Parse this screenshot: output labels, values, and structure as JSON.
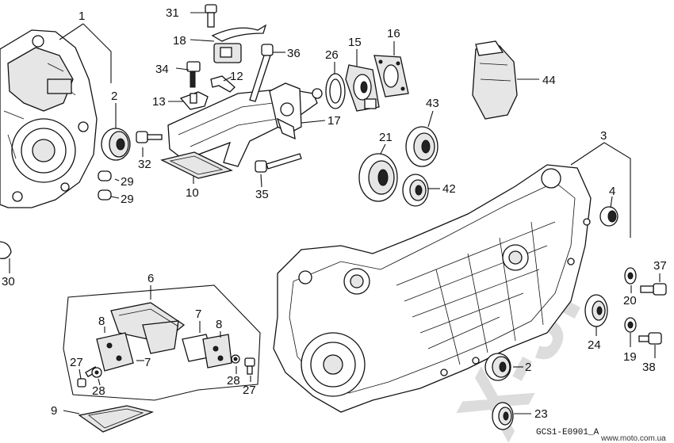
{
  "diagram": {
    "drawing_code": "GCS1-E0901_A",
    "site": "www.moto.com.ua",
    "watermark": "X-JP",
    "callouts": [
      {
        "id": "c1",
        "text": "1"
      },
      {
        "id": "c2a",
        "text": "2"
      },
      {
        "id": "c2b",
        "text": "2"
      },
      {
        "id": "c3",
        "text": "3"
      },
      {
        "id": "c4",
        "text": "4"
      },
      {
        "id": "c6",
        "text": "6"
      },
      {
        "id": "c7a",
        "text": "7"
      },
      {
        "id": "c7b",
        "text": "7"
      },
      {
        "id": "c8a",
        "text": "8"
      },
      {
        "id": "c8b",
        "text": "8"
      },
      {
        "id": "c9",
        "text": "9"
      },
      {
        "id": "c10",
        "text": "10"
      },
      {
        "id": "c12",
        "text": "12"
      },
      {
        "id": "c13",
        "text": "13"
      },
      {
        "id": "c15",
        "text": "15"
      },
      {
        "id": "c16",
        "text": "16"
      },
      {
        "id": "c17",
        "text": "17"
      },
      {
        "id": "c18",
        "text": "18"
      },
      {
        "id": "c19",
        "text": "19"
      },
      {
        "id": "c20",
        "text": "20"
      },
      {
        "id": "c21",
        "text": "21"
      },
      {
        "id": "c23",
        "text": "23"
      },
      {
        "id": "c24",
        "text": "24"
      },
      {
        "id": "c26",
        "text": "26"
      },
      {
        "id": "c27a",
        "text": "27"
      },
      {
        "id": "c27b",
        "text": "27"
      },
      {
        "id": "c28a",
        "text": "28"
      },
      {
        "id": "c28b",
        "text": "28"
      },
      {
        "id": "c29a",
        "text": "29"
      },
      {
        "id": "c29b",
        "text": "29"
      },
      {
        "id": "c30",
        "text": "30"
      },
      {
        "id": "c31",
        "text": "31"
      },
      {
        "id": "c32",
        "text": "32"
      },
      {
        "id": "c34",
        "text": "34"
      },
      {
        "id": "c35",
        "text": "35"
      },
      {
        "id": "c36",
        "text": "36"
      },
      {
        "id": "c37",
        "text": "37"
      },
      {
        "id": "c38",
        "text": "38"
      },
      {
        "id": "c42",
        "text": "42"
      },
      {
        "id": "c43",
        "text": "43"
      },
      {
        "id": "c44",
        "text": "44"
      }
    ]
  }
}
